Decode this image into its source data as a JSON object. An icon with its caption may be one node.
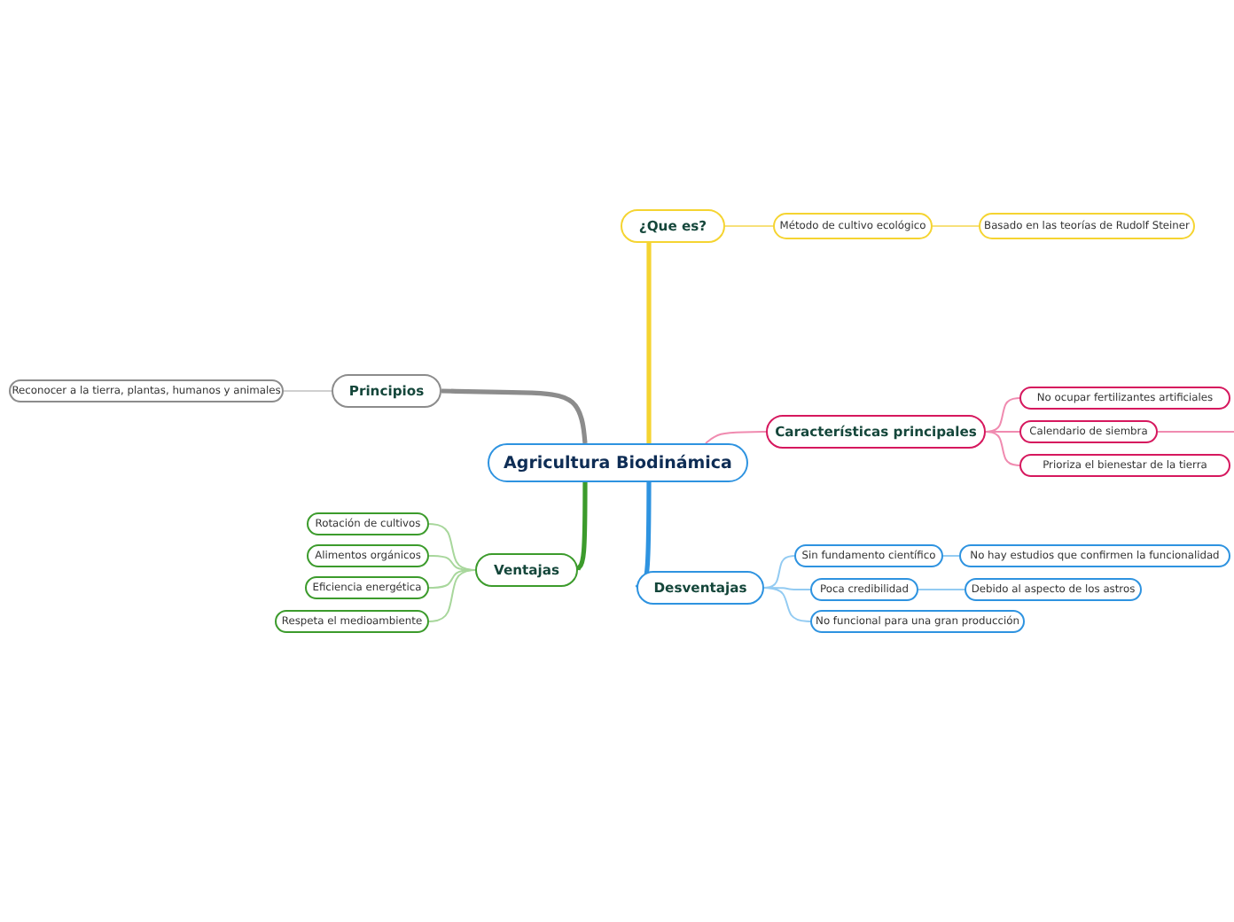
{
  "diagram": {
    "nodes": [
      {
        "text": [
          "Agricultura Biodinámica"
        ]
      },
      {
        "text": [
          "¿Que es?"
        ]
      },
      {
        "text": [
          "Método de cultivo ecológico"
        ]
      },
      {
        "text": [
          "Basado en las teorías de Rudolf Steiner"
        ]
      },
      {
        "text": [
          "Características principales"
        ]
      },
      {
        "text": [
          "No ocupar fertilizantes artificiales"
        ]
      },
      {
        "text": [
          "Calendario de siembra"
        ]
      },
      {
        "text": [
          "Prioriza el bienestar de la tierra"
        ]
      },
      {
        "text": [
          "Principios"
        ]
      },
      {
        "text": [
          "Reconocer a la tierra, plantas, humanos y animales"
        ]
      },
      {
        "text": [
          "Ventajas"
        ]
      },
      {
        "text": [
          "Rotación de cultivos"
        ]
      },
      {
        "text": [
          "Alimentos orgánicos"
        ]
      },
      {
        "text": [
          "Eficiencia energética"
        ]
      },
      {
        "text": [
          "Respeta el medioambiente"
        ]
      },
      {
        "text": [
          "Desventajas"
        ]
      },
      {
        "text": [
          "Sin fundamento científico"
        ]
      },
      {
        "text": [
          "No hay estudios que confirmen la funcionalidad"
        ]
      },
      {
        "text": [
          "Poca credibilidad"
        ]
      },
      {
        "text": [
          "Debido al aspecto de los astros"
        ]
      },
      {
        "text": [
          "No funcional para una gran producción"
        ]
      }
    ],
    "edges": [
      {
        "from": 0,
        "to": 1,
        "arrow": "none",
        "style": "thick",
        "color": "#f5d431"
      },
      {
        "from": 1,
        "to": 2,
        "arrow": "none",
        "color": "#f7e07a"
      },
      {
        "from": 2,
        "to": 3,
        "arrow": "none",
        "color": "#f7e07a"
      },
      {
        "from": 0,
        "to": 4,
        "arrow": "none",
        "color": "#f08bb0"
      },
      {
        "from": 4,
        "to": 5,
        "arrow": "none",
        "color": "#f08bb0"
      },
      {
        "from": 4,
        "to": 6,
        "arrow": "none",
        "color": "#f08bb0"
      },
      {
        "from": 4,
        "to": 7,
        "arrow": "none",
        "color": "#f08bb0"
      },
      {
        "from": 6,
        "to": null,
        "arrow": "none",
        "color": "#f08bb0"
      },
      {
        "from": 0,
        "to": 8,
        "arrow": "none",
        "style": "thick",
        "color": "#8c8c8c"
      },
      {
        "from": 8,
        "to": 9,
        "arrow": "none",
        "color": "#cfcfcf"
      },
      {
        "from": 0,
        "to": 10,
        "arrow": "none",
        "style": "thick",
        "color": "#3c9b2c"
      },
      {
        "from": 10,
        "to": 11,
        "arrow": "none",
        "color": "#a8d79c"
      },
      {
        "from": 10,
        "to": 12,
        "arrow": "none",
        "color": "#a8d79c"
      },
      {
        "from": 10,
        "to": 13,
        "arrow": "none",
        "color": "#a8d79c"
      },
      {
        "from": 10,
        "to": 14,
        "arrow": "none",
        "color": "#a8d79c"
      },
      {
        "from": 0,
        "to": 15,
        "arrow": "none",
        "style": "thick",
        "color": "#2e93e0"
      },
      {
        "from": 15,
        "to": 16,
        "arrow": "none",
        "color": "#93cbf2"
      },
      {
        "from": 16,
        "to": 17,
        "arrow": "none",
        "color": "#93cbf2"
      },
      {
        "from": 15,
        "to": 18,
        "arrow": "none",
        "color": "#93cbf2"
      },
      {
        "from": 18,
        "to": 19,
        "arrow": "none",
        "color": "#93cbf2"
      },
      {
        "from": 15,
        "to": 20,
        "arrow": "none",
        "color": "#93cbf2"
      }
    ]
  }
}
